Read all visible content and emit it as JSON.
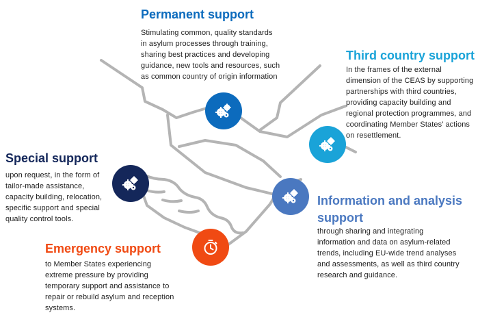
{
  "colors": {
    "permanent": "#0c6bbd",
    "third": "#1aa3d8",
    "special": "#14275a",
    "info": "#4a78c0",
    "emergency": "#f04a13",
    "outline": "#b4b4b4",
    "text": "#222222"
  },
  "items": {
    "permanent": {
      "title": "Permanent support",
      "lines": [
        "Stimulating common, quality standards",
        "in asylum processes through training,",
        "sharing best practices and developing",
        "guidance, new tools and resources, such",
        "as common country of origin information"
      ],
      "icon": "gears-icon"
    },
    "third": {
      "title": "Third country support",
      "lines": [
        "In the frames of the external",
        "dimension of the CEAS by supporting",
        "partnerships with third countries,",
        "providing capacity building and",
        "regional protection programmes, and",
        "coordinating Member States’ actions",
        "on resettlement."
      ],
      "icon": "gears-icon"
    },
    "special": {
      "title": "Special support",
      "lines": [
        "upon request, in the form of",
        "tailor-made assistance,",
        "capacity building, relocation,",
        "specific support and special",
        "quality control tools."
      ],
      "icon": "gears-icon"
    },
    "info": {
      "title_lines": [
        "Information and analysis",
        "support"
      ],
      "lines": [
        "through sharing and integrating",
        "information and data on asylum-related",
        "trends, including EU-wide trend analyses",
        "and assessments, as well as third country",
        "research and guidance."
      ],
      "icon": "gears-icon"
    },
    "emergency": {
      "title": "Emergency support",
      "lines": [
        "to Member States experiencing",
        "extreme pressure by providing",
        "temporary support and assistance to",
        "repair or rebuild asylum and reception",
        "systems."
      ],
      "icon": "stopwatch-icon"
    }
  }
}
